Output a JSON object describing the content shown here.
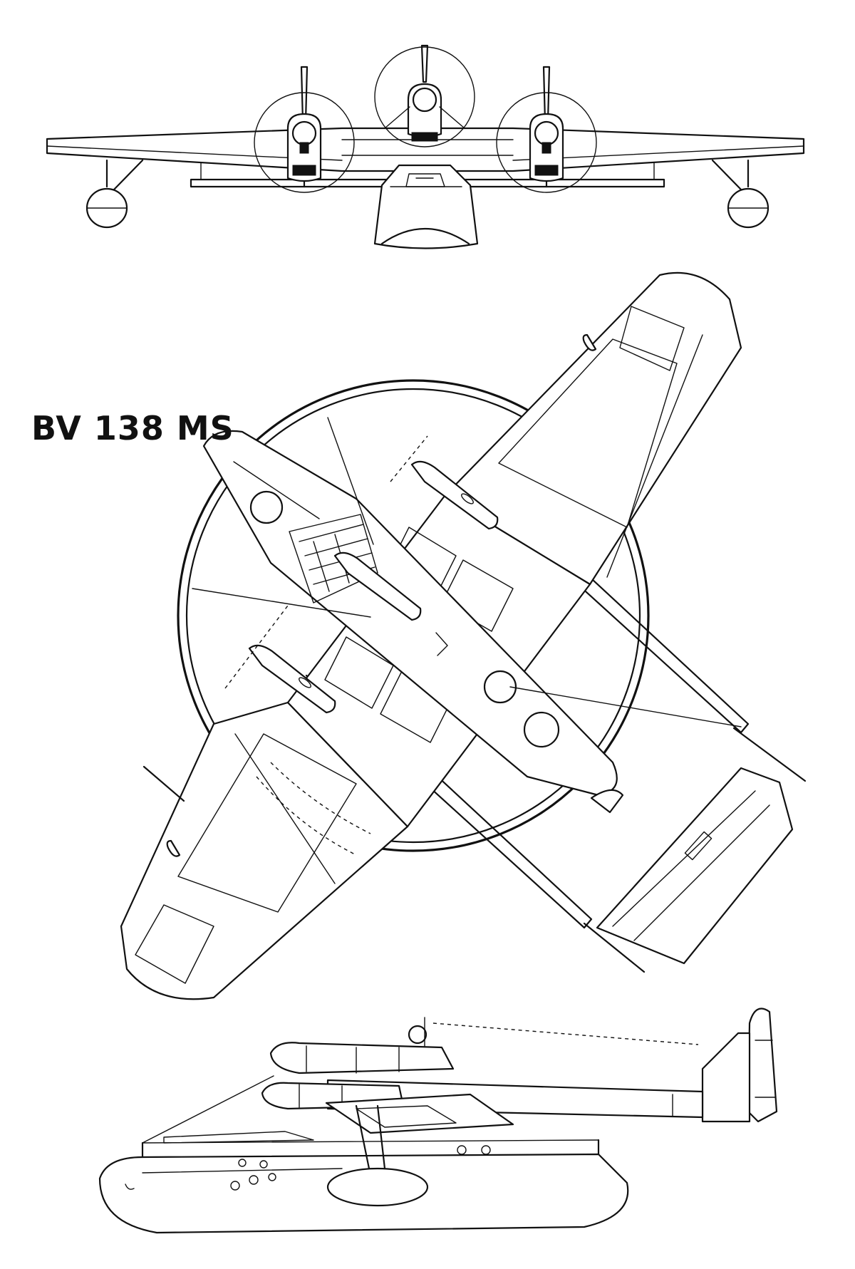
{
  "title": "BV 138 MS",
  "colors": {
    "ink": "#111111",
    "paper": "#ffffff"
  },
  "views": [
    "front-view",
    "plan-view",
    "side-view"
  ]
}
